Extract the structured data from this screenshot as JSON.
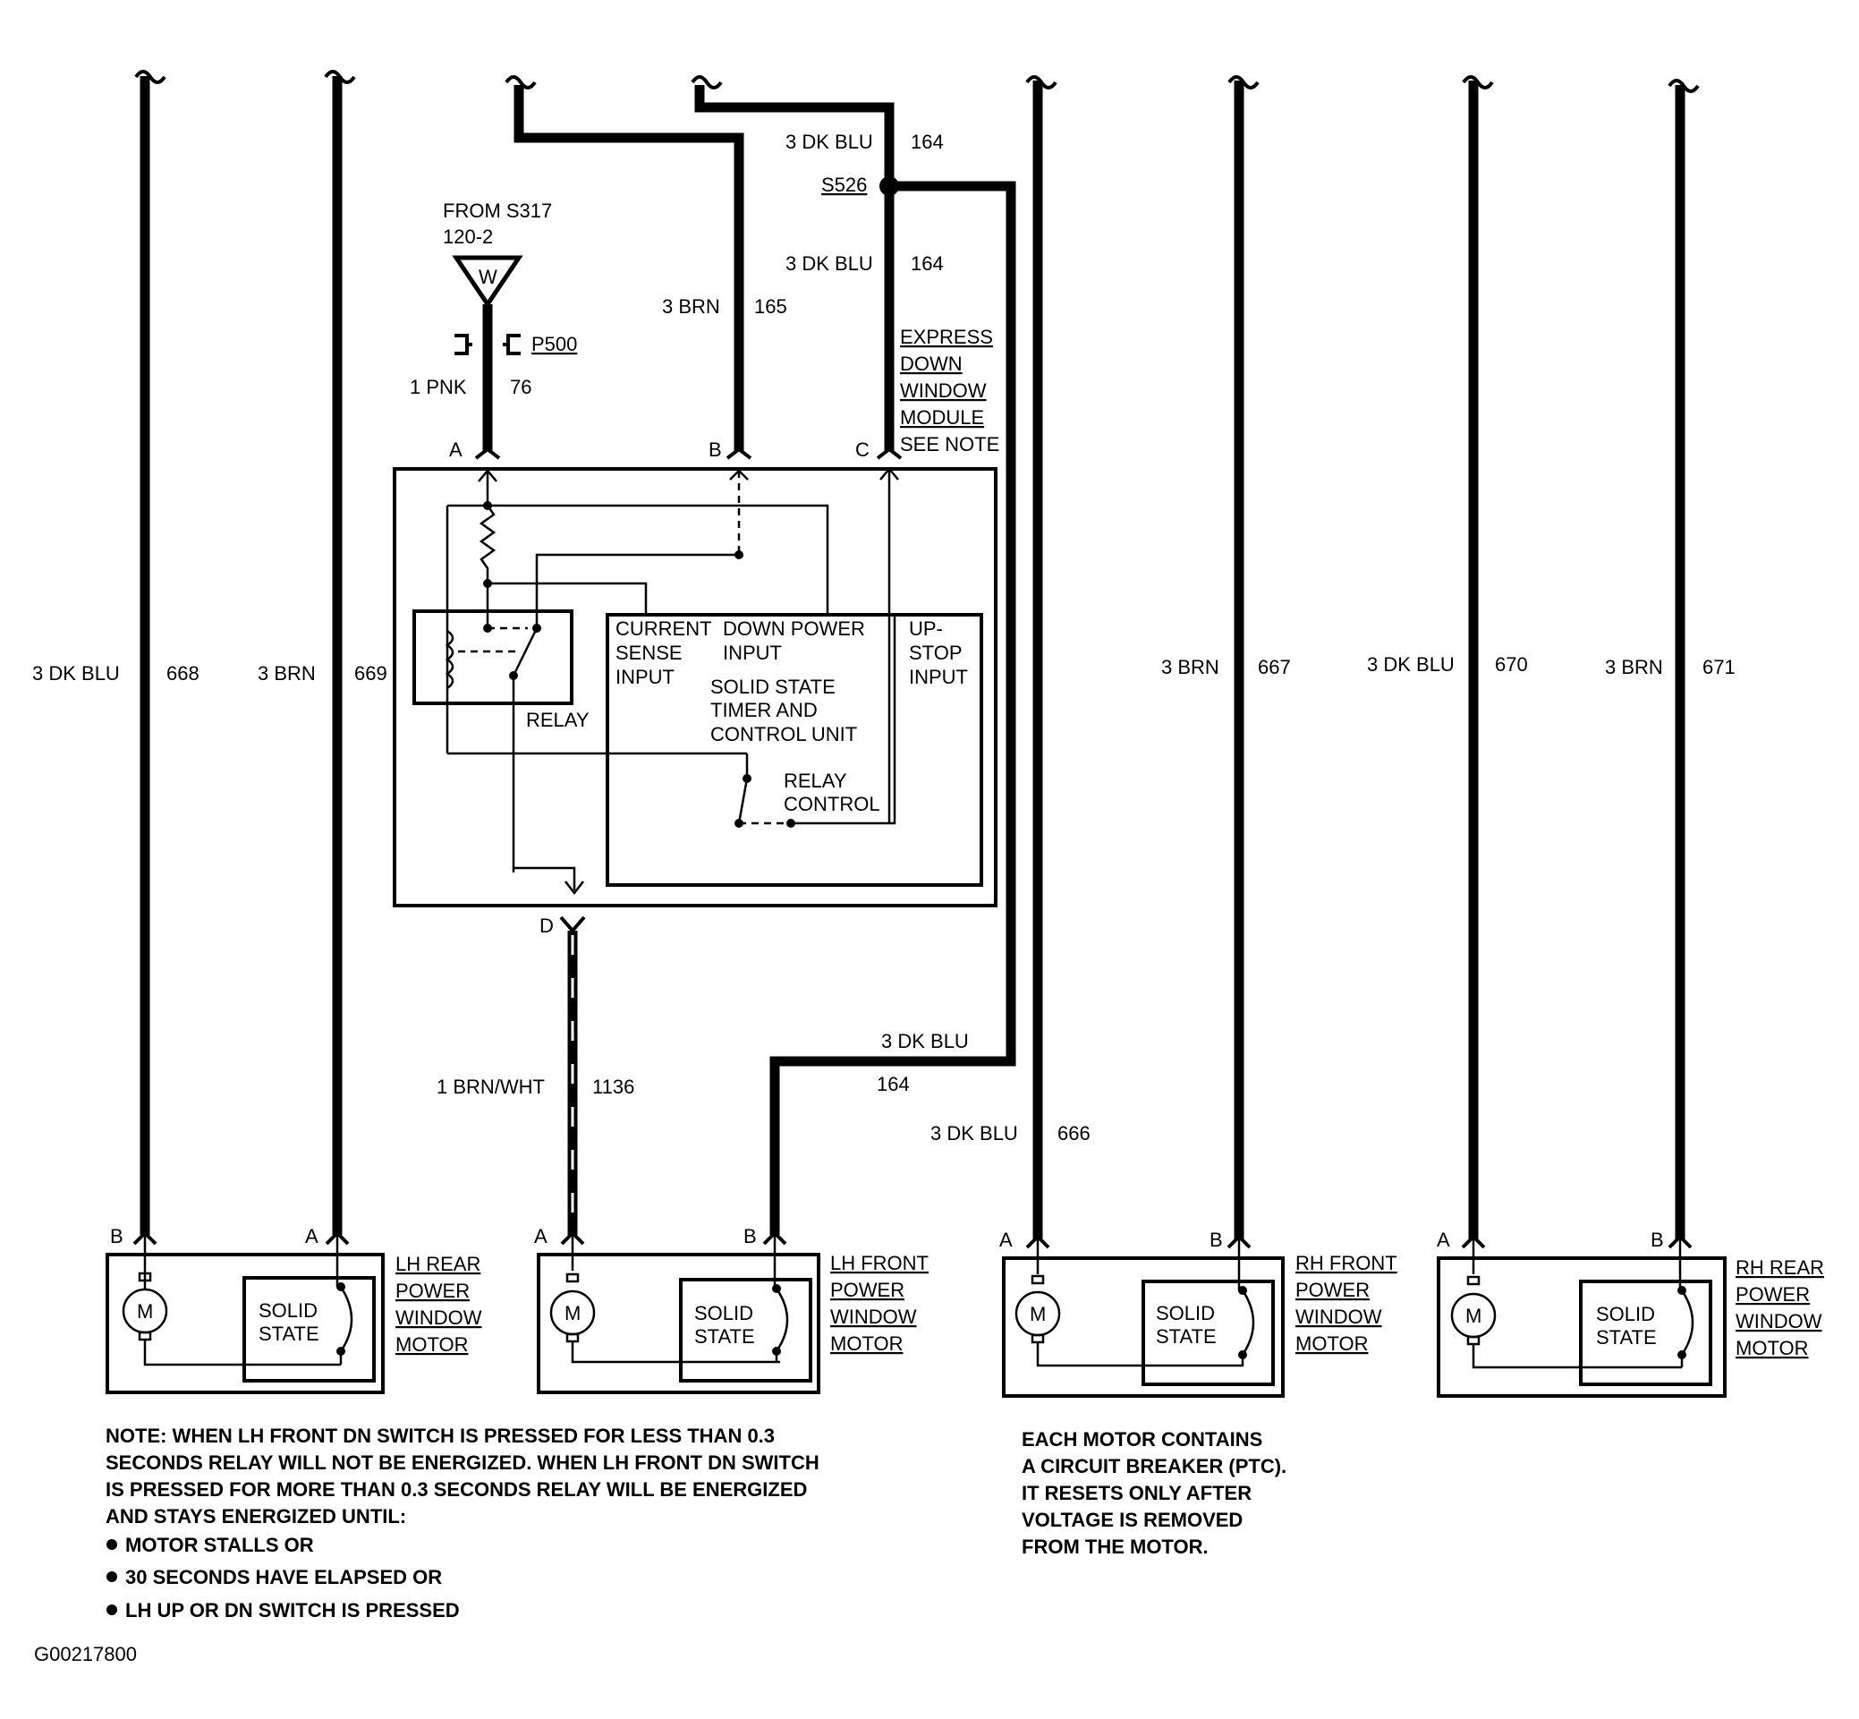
{
  "wires": {
    "w668": {
      "color": "3 DK BLU",
      "circuit": "668"
    },
    "w669": {
      "color": "3 BRN",
      "circuit": "669"
    },
    "w76": {
      "color": "1 PNK",
      "circuit": "76"
    },
    "w165": {
      "color": "3 BRN",
      "circuit": "165"
    },
    "w164_top": {
      "color": "3 DK BLU",
      "circuit": "164"
    },
    "w164_mid": {
      "color": "3 DK BLU",
      "circuit": "164"
    },
    "w164_low": {
      "color": "3 DK BLU",
      "circuit": "164"
    },
    "w1136": {
      "color": "1 BRN/WHT",
      "circuit": "1136"
    },
    "w666": {
      "color": "3 DK BLU",
      "circuit": "666"
    },
    "w667": {
      "color": "3 BRN",
      "circuit": "667"
    },
    "w670": {
      "color": "3 DK BLU",
      "circuit": "670"
    },
    "w671": {
      "color": "3 BRN",
      "circuit": "671"
    }
  },
  "from_s317": {
    "line1": "FROM S317",
    "line2": "120-2",
    "ground": "W"
  },
  "connector": "P500",
  "splice": "S526",
  "pins": {
    "a": "A",
    "b": "B",
    "c": "C",
    "d": "D"
  },
  "module": {
    "title": [
      "EXPRESS",
      "DOWN",
      "WINDOW",
      "MODULE"
    ],
    "see_note": "SEE NOTE",
    "relay": "RELAY",
    "current_sense": [
      "CURRENT",
      "SENSE",
      "INPUT"
    ],
    "down_power": [
      "DOWN POWER",
      "INPUT"
    ],
    "up_stop": [
      "UP-",
      "STOP",
      "INPUT"
    ],
    "timer": [
      "SOLID STATE",
      "TIMER AND",
      "CONTROL UNIT"
    ],
    "relay_control": [
      "RELAY",
      "CONTROL"
    ]
  },
  "motors": [
    {
      "name": [
        "LH REAR",
        "POWER",
        "WINDOW",
        "MOTOR"
      ],
      "pin_left": "B",
      "pin_right": "A",
      "symbol": "M",
      "solid_state": [
        "SOLID",
        "STATE"
      ]
    },
    {
      "name": [
        "LH FRONT",
        "POWER",
        "WINDOW",
        "MOTOR"
      ],
      "pin_left": "A",
      "pin_right": "B",
      "symbol": "M",
      "solid_state": [
        "SOLID",
        "STATE"
      ]
    },
    {
      "name": [
        "RH FRONT",
        "POWER",
        "WINDOW",
        "MOTOR"
      ],
      "pin_left": "A",
      "pin_right": "B",
      "symbol": "M",
      "solid_state": [
        "SOLID",
        "STATE"
      ]
    },
    {
      "name": [
        "RH REAR",
        "POWER",
        "WINDOW",
        "MOTOR"
      ],
      "pin_left": "A",
      "pin_right": "B",
      "symbol": "M",
      "solid_state": [
        "SOLID",
        "STATE"
      ]
    }
  ],
  "note": [
    "NOTE: WHEN LH FRONT DN  SWITCH IS PRESSED FOR LESS THAN 0.3",
    "SECONDS RELAY WILL NOT BE  ENERGIZED. WHEN LH FRONT DN SWITCH",
    "IS PRESSED FOR MORE THAN 0.3 SECONDS RELAY WILL BE ENERGIZED",
    "AND STAYS ENERGIZED UNTIL:"
  ],
  "bullets": [
    "MOTOR STALLS OR",
    "30 SECONDS HAVE ELAPSED OR",
    "LH UP OR DN SWITCH IS PRESSED"
  ],
  "breaker_note": [
    "EACH MOTOR CONTAINS",
    "A CIRCUIT BREAKER (PTC).",
    "IT RESETS ONLY AFTER",
    "VOLTAGE IS REMOVED",
    "FROM THE MOTOR."
  ],
  "figure_id": "G00217800"
}
